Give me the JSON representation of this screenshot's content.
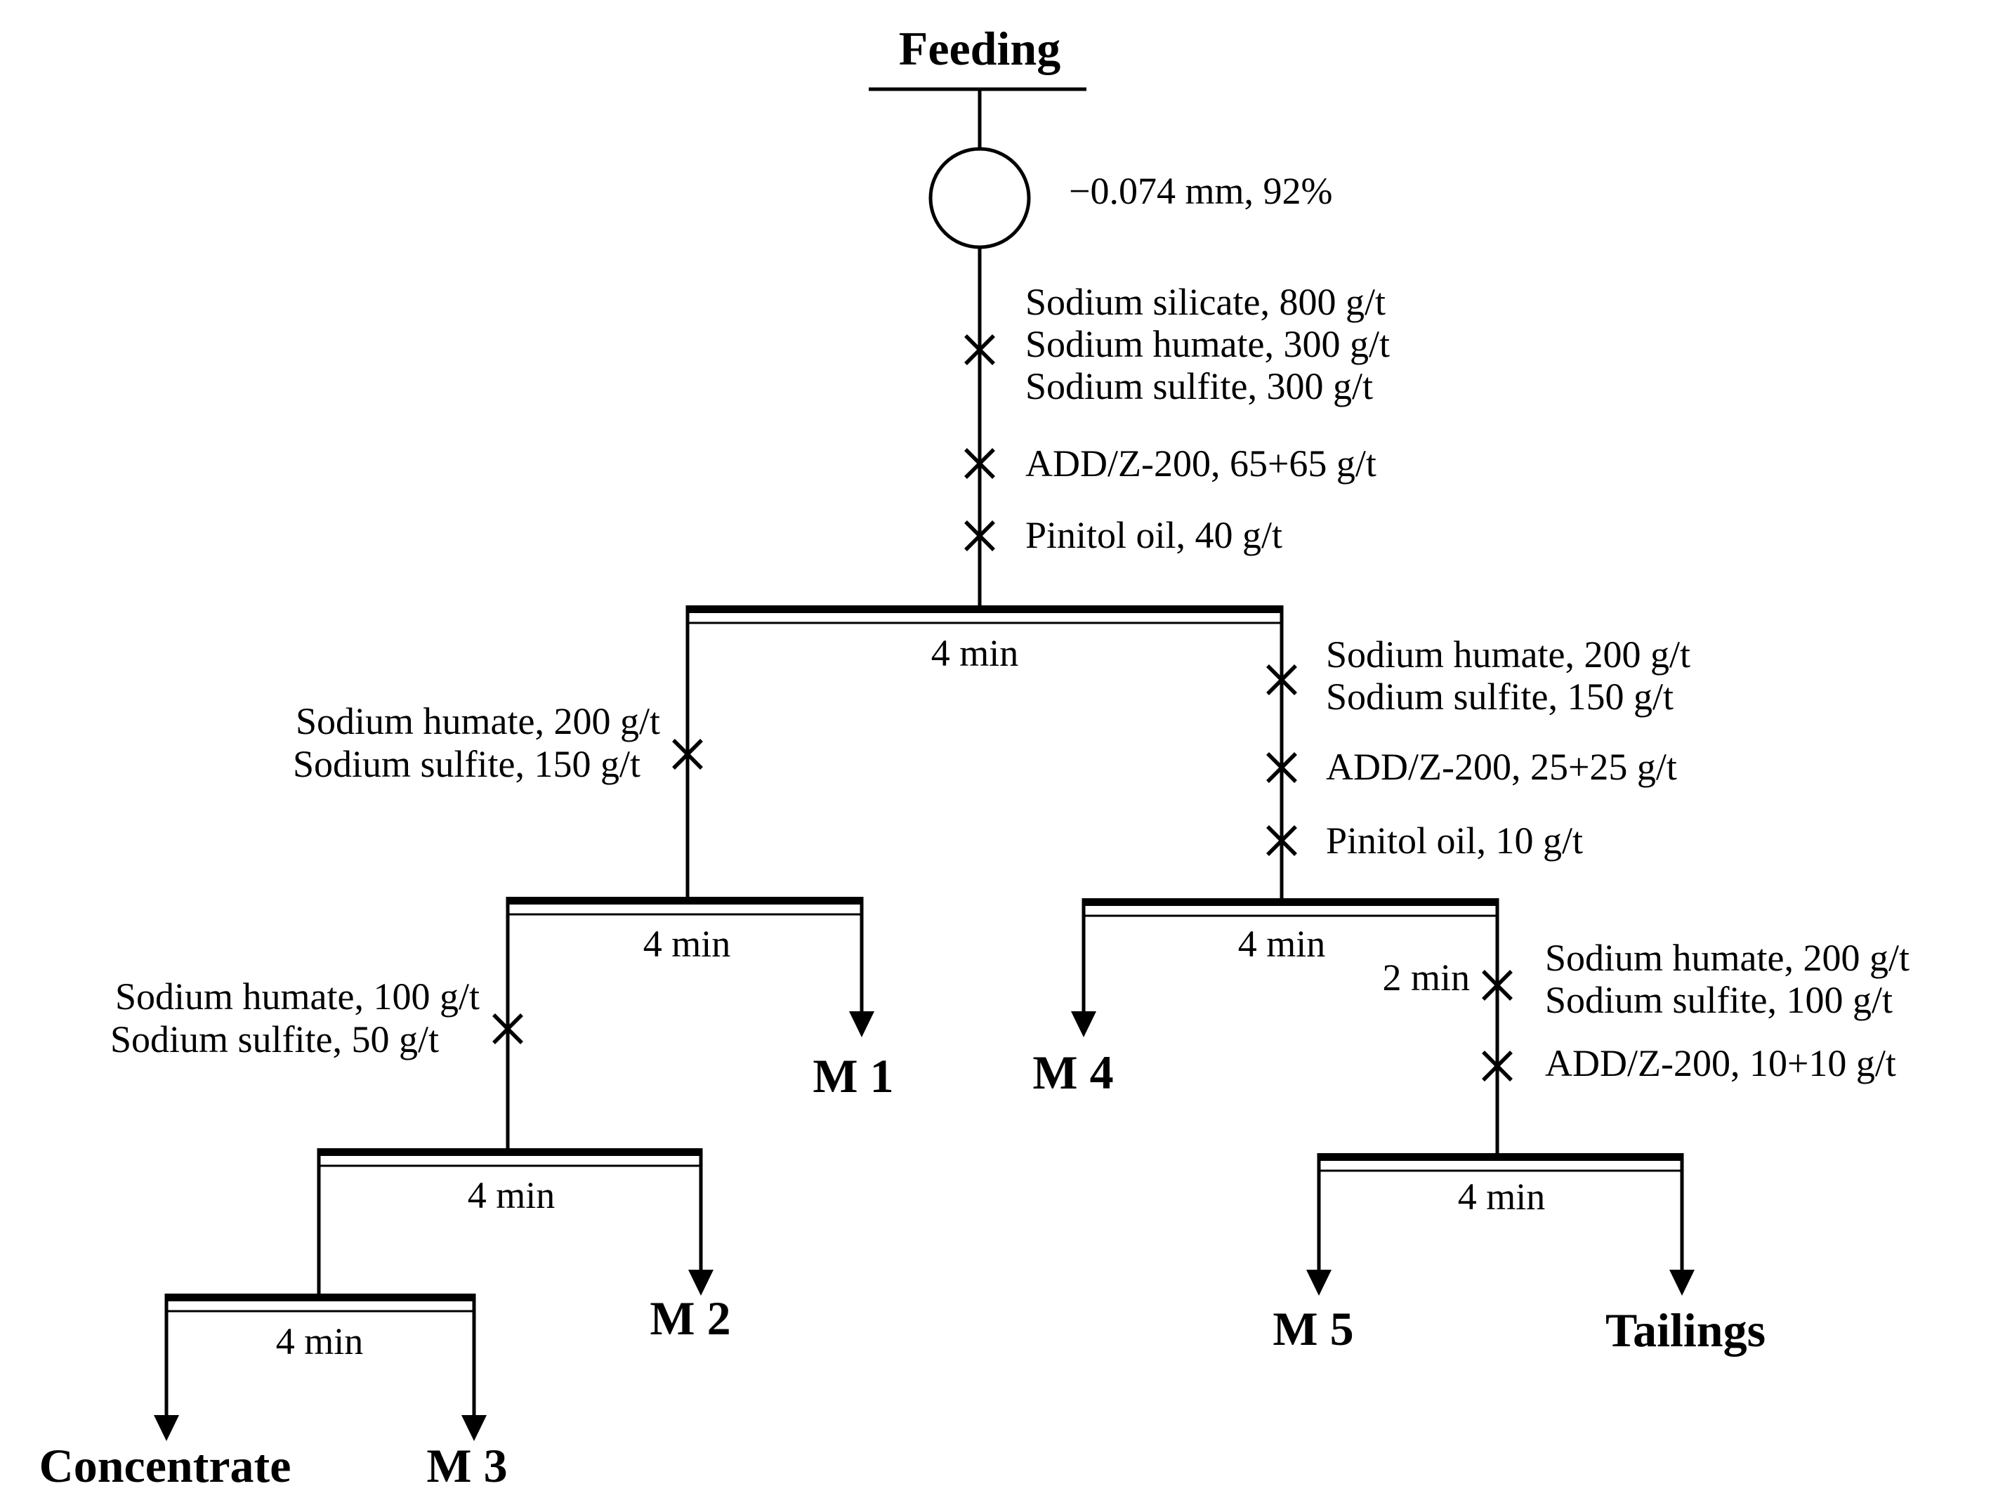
{
  "feed": {
    "label": "Feeding",
    "grind": "−0.074 mm, 92%"
  },
  "rougher": {
    "reagents": [
      "Sodium silicate, 800 g/t",
      "Sodium humate, 300 g/t",
      "Sodium sulfite, 300 g/t",
      "ADD/Z-200, 65+65 g/t",
      "Pinitol oil, 40 g/t"
    ],
    "time": "4 min"
  },
  "cleaner1": {
    "reagents": [
      "Sodium humate, 200 g/t",
      "Sodium sulfite, 150 g/t"
    ],
    "time": "4 min",
    "middling": "M 1"
  },
  "cleaner2": {
    "reagents": [
      "Sodium humate, 100 g/t",
      "Sodium sulfite, 50 g/t"
    ],
    "time": "4 min",
    "middling": "M 2"
  },
  "cleaner3": {
    "time": "4 min",
    "concentrate": "Concentrate",
    "middling": "M 3"
  },
  "scavenger1": {
    "reagents": [
      "Sodium humate, 200 g/t",
      "Sodium sulfite, 150 g/t",
      "ADD/Z-200, 25+25 g/t",
      "Pinitol oil, 10 g/t"
    ],
    "time": "4 min",
    "middling": "M 4"
  },
  "scavenger2": {
    "conditioning_time": "2 min",
    "reagents": [
      "Sodium humate, 200 g/t",
      "Sodium sulfite, 100 g/t",
      "ADD/Z-200, 10+10 g/t"
    ],
    "time": "4 min",
    "middling": "M 5",
    "tailings": "Tailings"
  }
}
